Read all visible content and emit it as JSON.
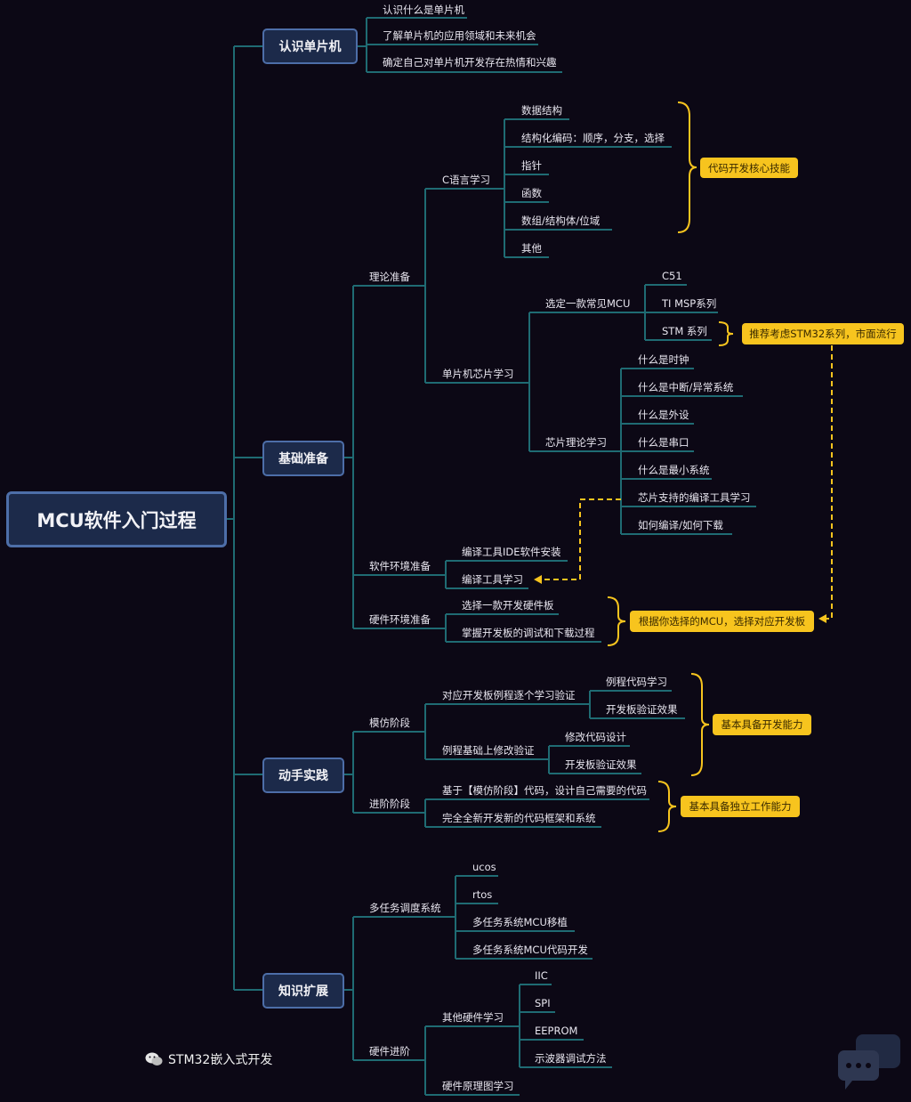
{
  "root": "MCU软件入门过程",
  "branches": {
    "b1": "认识单片机",
    "b2": "基础准备",
    "b3": "动手实践",
    "b4": "知识扩展"
  },
  "b1_items": [
    "认识什么是单片机",
    "了解单片机的应用领域和未来机会",
    "确定自己对单片机开发存在热情和兴趣"
  ],
  "b2": {
    "theory": "理论准备",
    "c_lang": "C语言学习",
    "c_items": [
      "数据结构",
      "结构化编码：顺序，分支，选择",
      "指针",
      "函数",
      "数组/结构体/位域",
      "其他"
    ],
    "chip_learn": "单片机芯片学习",
    "select_mcu": "选定一款常见MCU",
    "mcu_items": [
      "C51",
      "TI MSP系列",
      "STM 系列"
    ],
    "chip_theory": "芯片理论学习",
    "theory_items": [
      "什么是时钟",
      "什么是中断/异常系统",
      "什么是外设",
      "什么是串口",
      "什么是最小系统",
      "芯片支持的编译工具学习",
      "如何编译/如何下载"
    ],
    "sw_env": "软件环境准备",
    "sw_items": [
      "编译工具IDE软件安装",
      "编译工具学习"
    ],
    "hw_env": "硬件环境准备",
    "hw_items": [
      "选择一款开发硬件板",
      "掌握开发板的调试和下载过程"
    ]
  },
  "b3": {
    "imitate": "模仿阶段",
    "verify": "对应开发板例程逐个学习验证",
    "verify_items": [
      "例程代码学习",
      "开发板验证效果"
    ],
    "modify": "例程基础上修改验证",
    "modify_items": [
      "修改代码设计",
      "开发板验证效果"
    ],
    "advance": "进阶阶段",
    "advance_items": [
      "基于【模仿阶段】代码，设计自己需要的代码",
      "完全全新开发新的代码框架和系统"
    ]
  },
  "b4": {
    "multitask": "多任务调度系统",
    "mt_items": [
      "ucos",
      "rtos",
      "多任务系统MCU移植",
      "多任务系统MCU代码开发"
    ],
    "hw_adv": "硬件进阶",
    "other_hw": "其他硬件学习",
    "other_items": [
      "IIC",
      "SPI",
      "EEPROM",
      "示波器调试方法"
    ],
    "schematic": "硬件原理图学习"
  },
  "notes": {
    "core_skill": "代码开发核心技能",
    "stm32": "推荐考虑STM32系列，市面流行",
    "board": "根据你选择的MCU，选择对应开发板",
    "basic_dev": "基本具备开发能力",
    "indep": "基本具备独立工作能力"
  },
  "watermark": "STM32嵌入式开发",
  "colors": {
    "line": "#1f6b73",
    "note": "#f7c41e",
    "box_border": "#4d6ea8"
  }
}
